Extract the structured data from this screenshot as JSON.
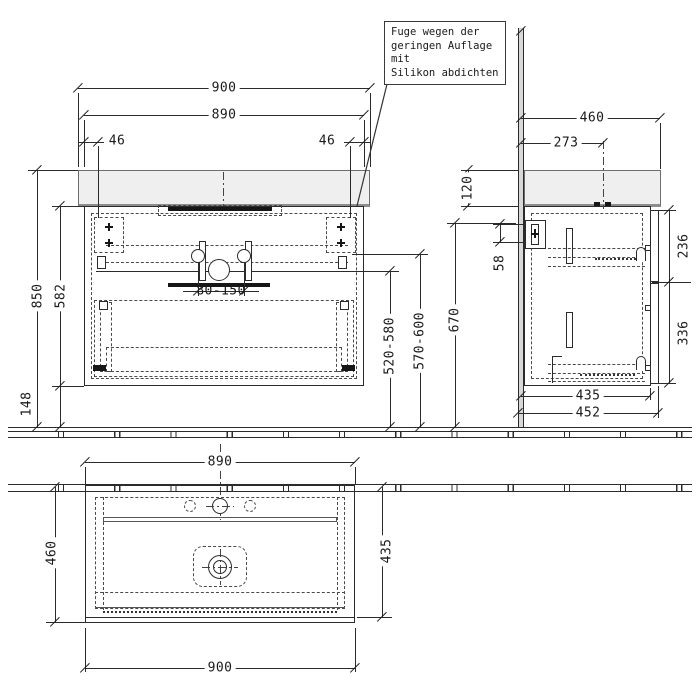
{
  "annotation": {
    "line1": "Fuge wegen der",
    "line2": "geringen Auflage mit",
    "line3": "Silikon abdichten"
  },
  "front": {
    "w900": "900",
    "w890": "890",
    "off46l": "46",
    "off46r": "46",
    "h850": "850",
    "h582": "582",
    "h148": "148",
    "drain_range": "80-150",
    "conn_low": "520-580",
    "conn_high": "570-600"
  },
  "side": {
    "d460": "460",
    "d273": "273",
    "h120": "120",
    "h58": "58",
    "h670": "670",
    "f236": "236",
    "f336": "336",
    "d435": "435",
    "d452": "452"
  },
  "plan": {
    "w890": "890",
    "d460": "460",
    "d435": "435",
    "w900": "900"
  }
}
